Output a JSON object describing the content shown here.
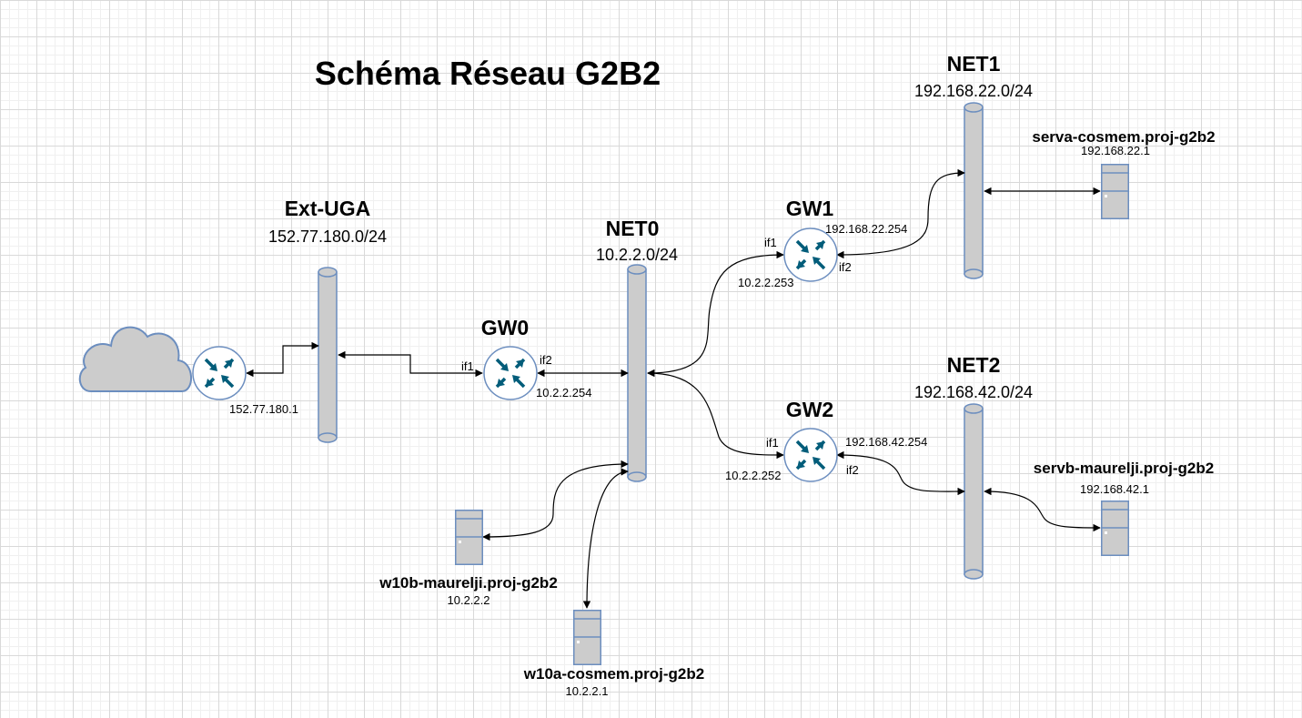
{
  "title": "Schéma Réseau G2B2",
  "networks": {
    "ext": {
      "name": "Ext-UGA",
      "cidr": "152.77.180.0/24"
    },
    "net0": {
      "name": "NET0",
      "cidr": "10.2.2.0/24"
    },
    "net1": {
      "name": "NET1",
      "cidr": "192.168.22.0/24"
    },
    "net2": {
      "name": "NET2",
      "cidr": "192.168.42.0/24"
    }
  },
  "gateways": {
    "uplink": {
      "ip": "152.77.180.1"
    },
    "gw0": {
      "name": "GW0",
      "if1": "if1",
      "if2": "if2",
      "ip_if2": "10.2.2.254"
    },
    "gw1": {
      "name": "GW1",
      "if1": "if1",
      "if2": "if2",
      "ip_if1": "10.2.2.253",
      "ip_if2": "192.168.22.254"
    },
    "gw2": {
      "name": "GW2",
      "if1": "if1",
      "if2": "if2",
      "ip_if1": "10.2.2.252",
      "ip_if2": "192.168.42.254"
    }
  },
  "hosts": {
    "serva": {
      "name": "serva-cosmem.proj-g2b2",
      "ip": "192.168.22.1"
    },
    "servb": {
      "name": "servb-maurelji.proj-g2b2",
      "ip": "192.168.42.1"
    },
    "w10b": {
      "name": "w10b-maurelji.proj-g2b2",
      "ip": "10.2.2.2"
    },
    "w10a": {
      "name": "w10a-cosmem.proj-g2b2",
      "ip": "10.2.2.1"
    }
  },
  "colors": {
    "router_fill": "#035d7a",
    "router_stroke": "#6c8ebf",
    "bus_fill": "#cccccc",
    "bus_stroke": "#6c8ebf",
    "cloud_fill": "#cccccc",
    "cloud_stroke": "#6c8ebf",
    "server_fill": "#cccccc",
    "server_stroke": "#6c8ebf"
  }
}
